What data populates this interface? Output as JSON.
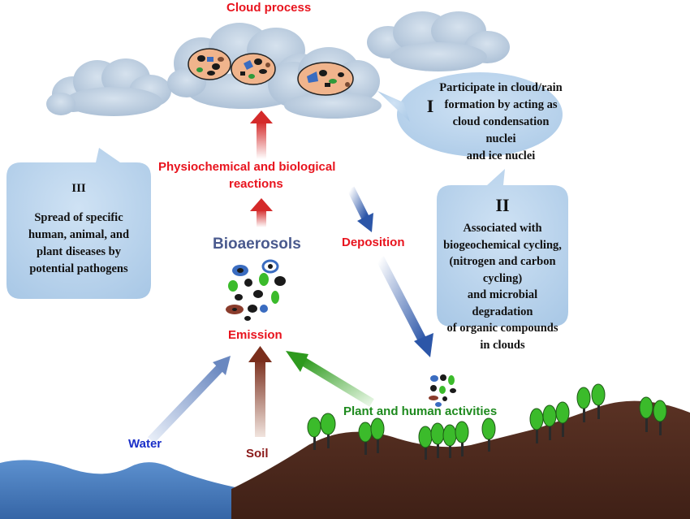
{
  "labels": {
    "cloud_process": "Cloud process",
    "reactions_line1": "Physiochemical and biological",
    "reactions_line2": "reactions",
    "bioaerosols": "Bioaerosols",
    "deposition": "Deposition",
    "emission": "Emission",
    "plant_human": "Plant and human activities",
    "water": "Water",
    "soil": "Soil"
  },
  "callouts": {
    "I": {
      "numeral": "I",
      "lines": [
        "Participate in cloud/rain",
        "formation by acting as",
        "cloud condensation nuclei",
        "and ice nuclei"
      ]
    },
    "II": {
      "numeral": "II",
      "lines": [
        "Associated with",
        "biogeochemical cycling,",
        "(nitrogen and carbon cycling)",
        "and microbial degradation",
        "of organic compounds",
        "in clouds"
      ]
    },
    "III": {
      "numeral": "III",
      "lines": [
        "Spread of  specific",
        "human, animal, and",
        "plant  diseases by",
        "potential pathogens"
      ]
    }
  },
  "colors": {
    "red_text": "#e8141e",
    "bioaerosols_text": "#4a5a8e",
    "deposition_text": "#e8141e",
    "water_text": "#1a2fc8",
    "soil_text": "#8b1a1a",
    "plant_text": "#1e8a1e",
    "callout_fill": "#b3d1ec",
    "cloud_fill": "#b8c9dc",
    "water_fill": "#4a7fbf",
    "soil_fill": "#4d2a1e",
    "tree_green": "#3bbb2b"
  }
}
